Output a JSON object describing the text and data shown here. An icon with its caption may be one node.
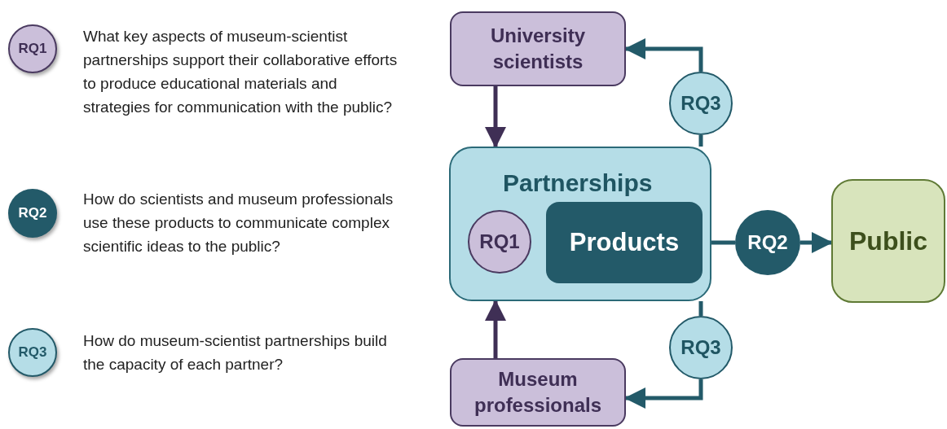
{
  "diagram": {
    "nodes": [
      {
        "text": [
          "RQ1"
        ],
        "beside": [
          "What key aspects of museum-scientist partnerships support their collaborative efforts to produce educational materials and strategies for communication with the public?"
        ]
      },
      {
        "text": [
          "RQ2"
        ],
        "beside": [
          "How do scientists and museum professionals use these products to communicate complex scientific ideas to the public?"
        ]
      },
      {
        "text": [
          "RQ3"
        ],
        "beside": [
          "How do museum-scientist partnerships build the capacity of each partner?"
        ]
      },
      {
        "text": [
          "University scientists"
        ]
      },
      {
        "text": [
          "Partnerships"
        ]
      },
      {
        "text": [
          "RQ1"
        ],
        "in": 4
      },
      {
        "text": [
          "Products"
        ],
        "in": 4
      },
      {
        "text": [
          "RQ2"
        ]
      },
      {
        "text": [
          "Public"
        ]
      },
      {
        "text": [
          "RQ3"
        ]
      },
      {
        "text": [
          "RQ3"
        ]
      },
      {
        "text": [
          "Museum professionals"
        ]
      }
    ],
    "edges": [
      {
        "from": 3,
        "to": 4,
        "arrow": "to",
        "color": "#3f2f55"
      },
      {
        "from": 11,
        "to": 4,
        "arrow": "to",
        "color": "#3f2f55"
      },
      {
        "from": 6,
        "to": 7,
        "arrow": "none"
      },
      {
        "from": 7,
        "to": 8,
        "arrow": "to"
      },
      {
        "from": 4,
        "to": 9,
        "arrow": "none"
      },
      {
        "from": 9,
        "to": 3,
        "arrow": "to"
      },
      {
        "from": 4,
        "to": 10,
        "arrow": "none"
      },
      {
        "from": 10,
        "to": 11,
        "arrow": "to"
      }
    ]
  }
}
